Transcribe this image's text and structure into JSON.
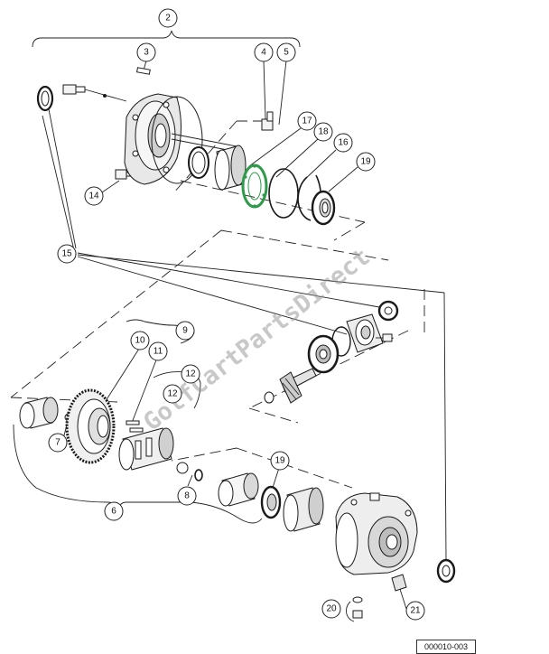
{
  "figure_number": "000010-003",
  "watermark": "GolfCartPartsDirect",
  "callouts": {
    "c2": "2",
    "c3": "3",
    "c4": "4",
    "c5": "5",
    "c17": "17",
    "c18": "18",
    "c16": "16",
    "c19a": "19",
    "c14": "14",
    "c15": "15",
    "c9": "9",
    "c10": "10",
    "c11": "11",
    "c12a": "12",
    "c12b": "12",
    "c7": "7",
    "c19b": "19",
    "c8": "8",
    "c6": "6",
    "c20": "20",
    "c21": "21"
  },
  "colors": {
    "line": "#1a1a1a",
    "highlight": "#2e9a4a",
    "part_fill": "#f4f4f4",
    "shade": "#bdbdbd"
  }
}
